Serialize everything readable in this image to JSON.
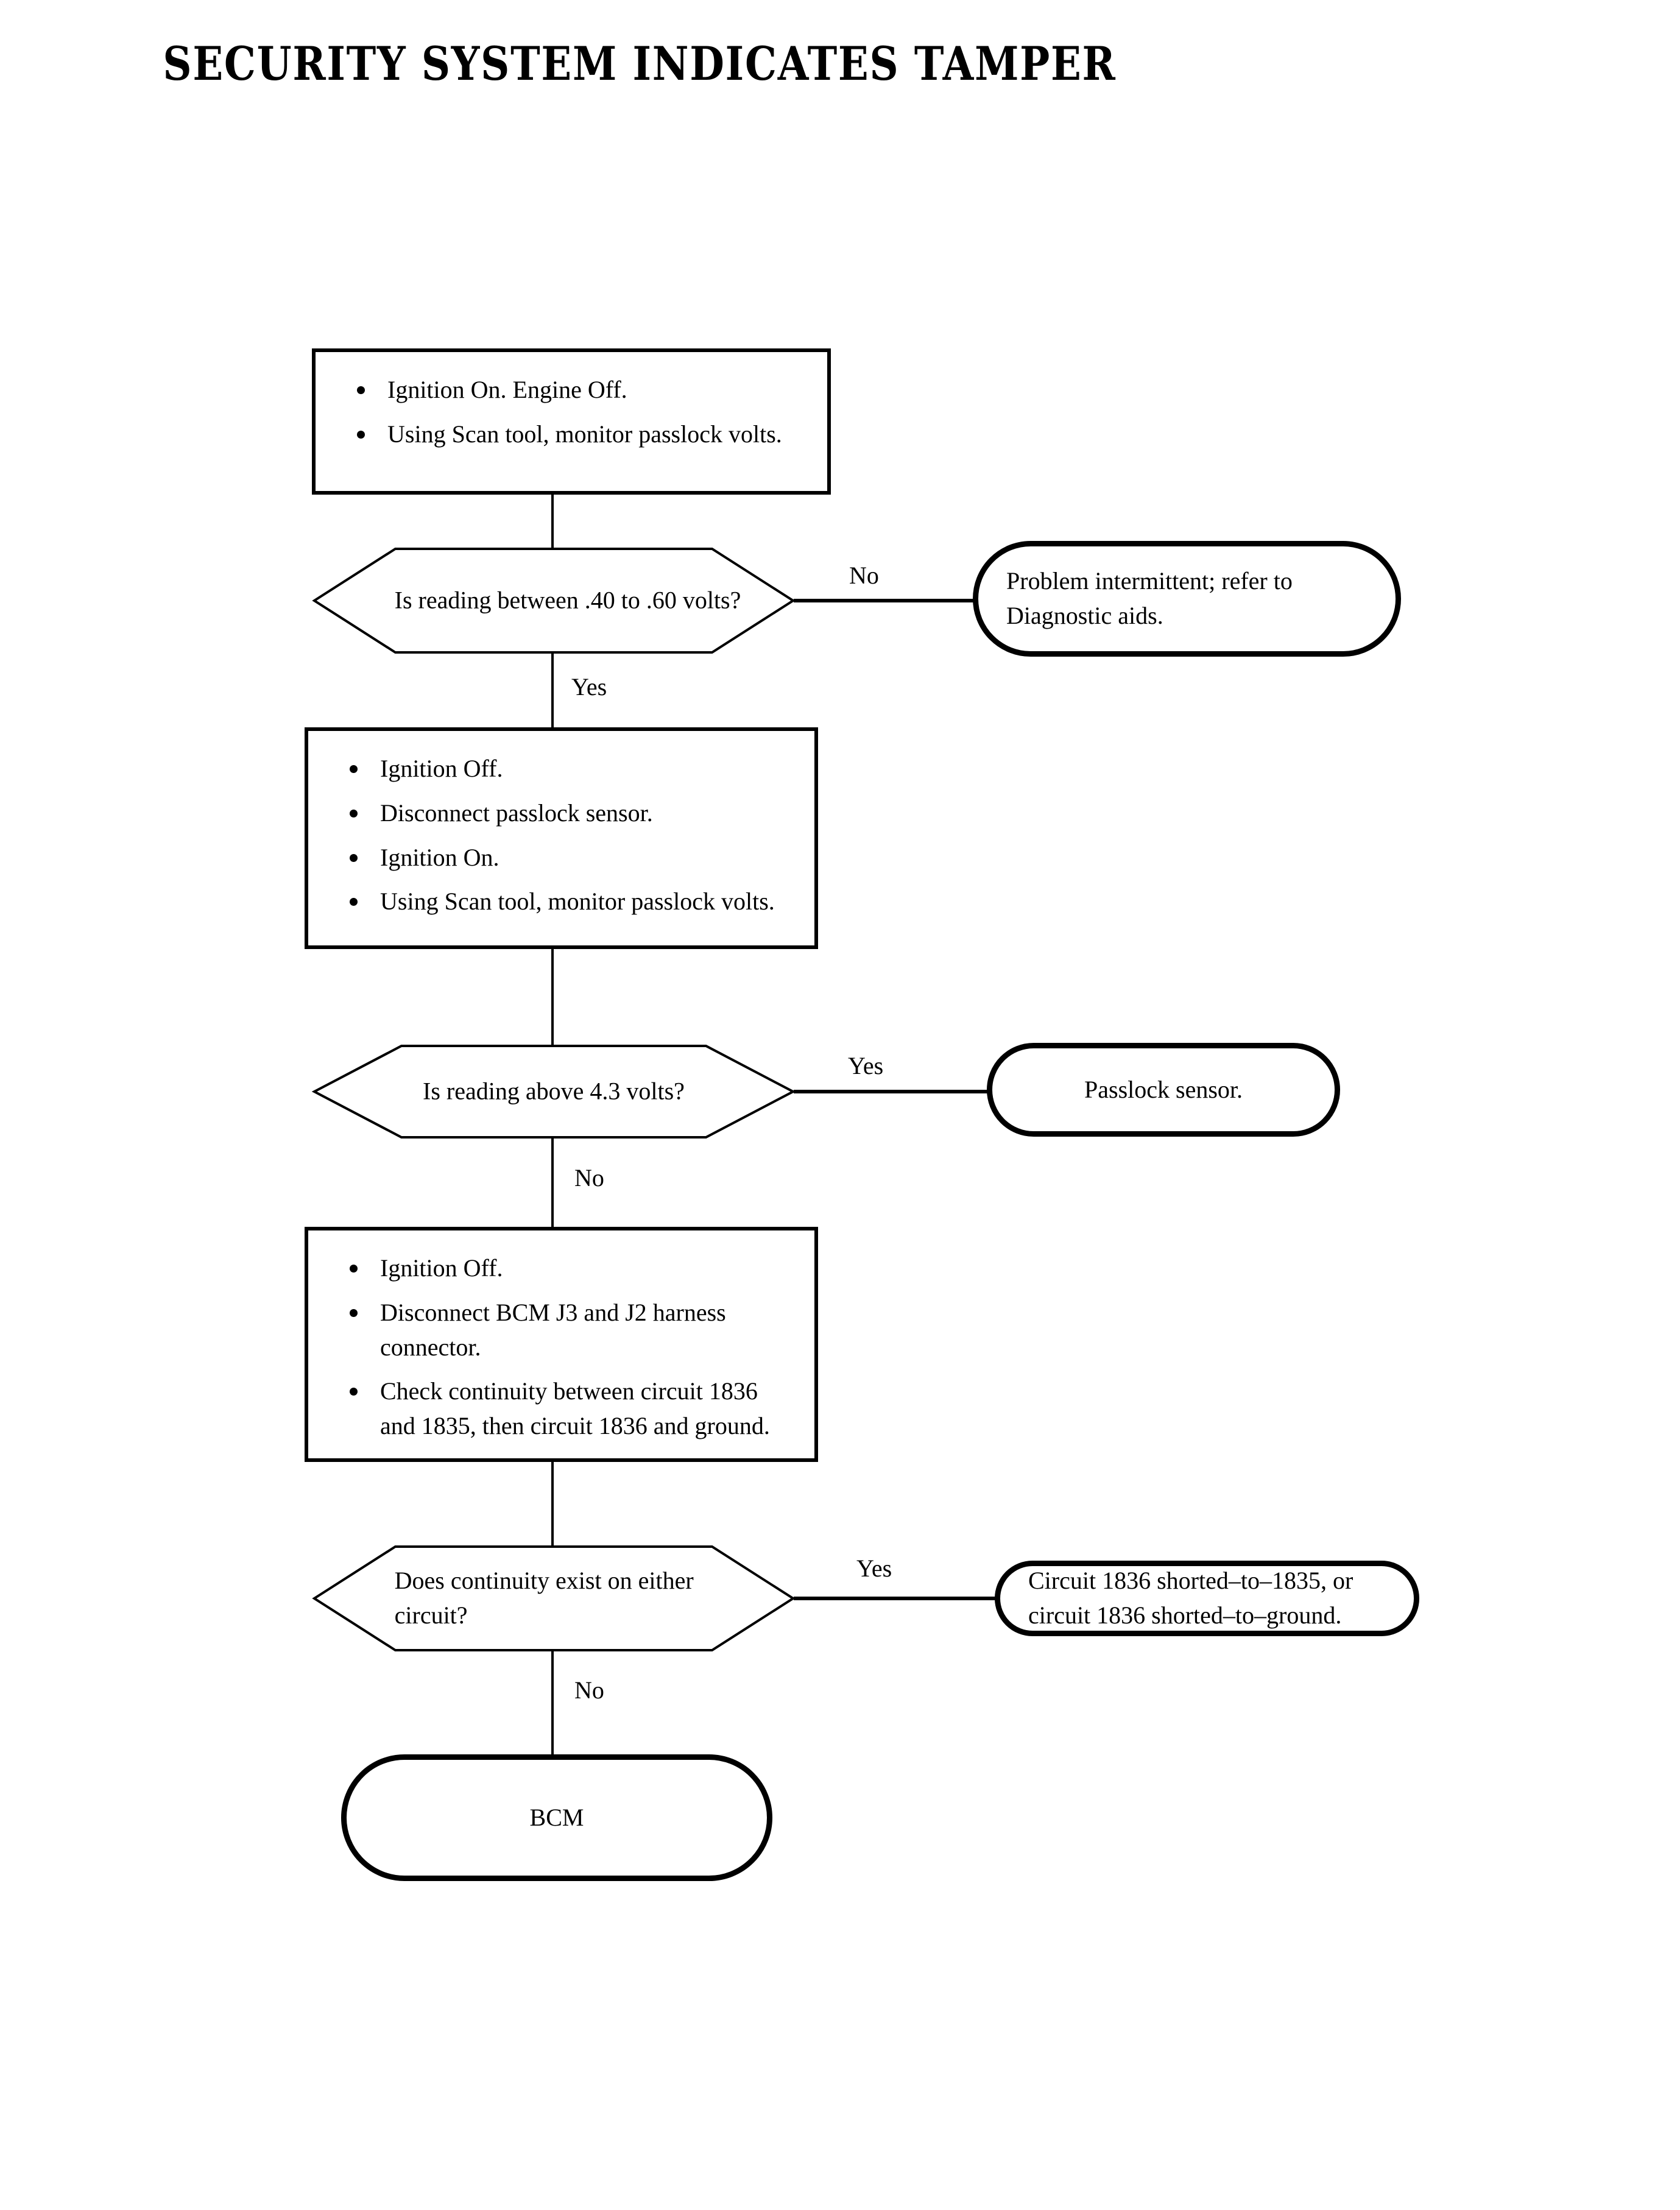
{
  "title": "SECURITY SYSTEM INDICATES TAMPER",
  "chart_data": {
    "type": "flowchart",
    "title": "SECURITY SYSTEM INDICATES TAMPER",
    "orientation": "top-to-bottom",
    "nodes": [
      {
        "id": "step1",
        "shape": "process",
        "bullets": [
          "Ignition On. Engine Off.",
          "Using Scan tool, monitor passlock volts."
        ]
      },
      {
        "id": "decision1",
        "shape": "decision",
        "text": "Is reading between .40 to .60 volts?"
      },
      {
        "id": "terminal1",
        "shape": "terminal",
        "text": "Problem intermittent; refer to Diagnostic aids."
      },
      {
        "id": "step2",
        "shape": "process",
        "bullets": [
          "Ignition Off.",
          "Disconnect passlock sensor.",
          "Ignition On.",
          "Using Scan tool, monitor passlock volts."
        ]
      },
      {
        "id": "decision2",
        "shape": "decision",
        "text": "Is reading above 4.3 volts?"
      },
      {
        "id": "terminal2",
        "shape": "terminal",
        "text": "Passlock sensor."
      },
      {
        "id": "step3",
        "shape": "process",
        "bullets": [
          "Ignition Off.",
          "Disconnect BCM J3 and J2 harness connector.",
          "Check continuity between circuit 1836 and 1835, then circuit 1836 and ground."
        ]
      },
      {
        "id": "decision3",
        "shape": "decision",
        "text": "Does continuity exist on either circuit?"
      },
      {
        "id": "terminal3",
        "shape": "terminal",
        "text": "Circuit 1836 shorted–to–1835, or circuit 1836 shorted–to–ground."
      },
      {
        "id": "terminal4",
        "shape": "terminal",
        "text": "BCM"
      }
    ],
    "edges": [
      {
        "from": "step1",
        "to": "decision1",
        "label": ""
      },
      {
        "from": "decision1",
        "to": "terminal1",
        "label": "No"
      },
      {
        "from": "decision1",
        "to": "step2",
        "label": "Yes"
      },
      {
        "from": "step2",
        "to": "decision2",
        "label": ""
      },
      {
        "from": "decision2",
        "to": "terminal2",
        "label": "Yes"
      },
      {
        "from": "decision2",
        "to": "step3",
        "label": "No"
      },
      {
        "from": "step3",
        "to": "decision3",
        "label": ""
      },
      {
        "from": "decision3",
        "to": "terminal3",
        "label": "Yes"
      },
      {
        "from": "decision3",
        "to": "terminal4",
        "label": "No"
      }
    ]
  },
  "step1": {
    "bullet1": "Ignition On. Engine Off.",
    "bullet2": "Using Scan tool, monitor passlock volts."
  },
  "decision1": {
    "text": "Is reading between .40 to .60 volts?"
  },
  "terminal1": {
    "text": "Problem intermittent; refer to Diagnostic aids."
  },
  "step2": {
    "bullet1": "Ignition Off.",
    "bullet2": "Disconnect passlock sensor.",
    "bullet3": "Ignition On.",
    "bullet4": "Using Scan tool, monitor passlock volts."
  },
  "decision2": {
    "text": "Is reading above 4.3 volts?"
  },
  "terminal2": {
    "text": "Passlock sensor."
  },
  "step3": {
    "bullet1": "Ignition Off.",
    "bullet2": "Disconnect BCM J3 and J2 harness connector.",
    "bullet3": "Check continuity between circuit 1836 and 1835, then circuit 1836 and ground."
  },
  "decision3": {
    "text": "Does continuity exist on either circuit?"
  },
  "terminal3": {
    "text": "Circuit 1836 shorted–to–1835, or circuit 1836 shorted–to–ground."
  },
  "terminal4": {
    "text": "BCM"
  },
  "labels": {
    "no1": "No",
    "yes1": "Yes",
    "yes2": "Yes",
    "no2": "No",
    "yes3": "Yes",
    "no3": "No"
  },
  "colors": {
    "ink": "#000000",
    "paper": "#ffffff"
  }
}
